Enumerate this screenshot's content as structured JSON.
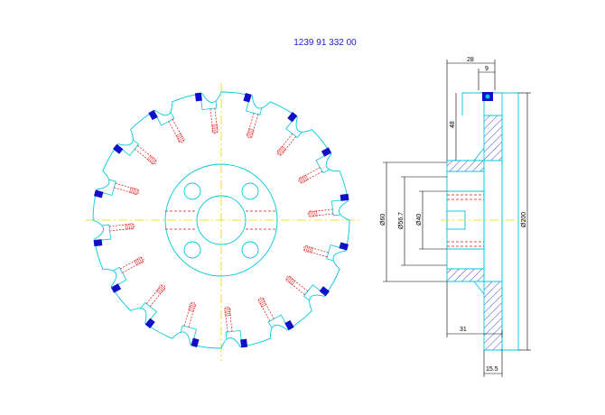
{
  "title": "1239 91 332 00",
  "colors": {
    "outline": "#00c8dc",
    "center_line": "#e8d800",
    "hidden": "#e01010",
    "insert": "#1010c8",
    "dimension": "#000000",
    "hatch": "#1010c8",
    "title": "#1a1acc"
  },
  "section_dimensions": {
    "width_28": "28",
    "width_9": "9",
    "height_48": "48",
    "dia_60": "Ø60",
    "dia_56_7": "Ø56.7",
    "dia_40": "Ø40",
    "dia_200": "Ø200",
    "width_31": "31",
    "width_15_5": "15.5"
  }
}
